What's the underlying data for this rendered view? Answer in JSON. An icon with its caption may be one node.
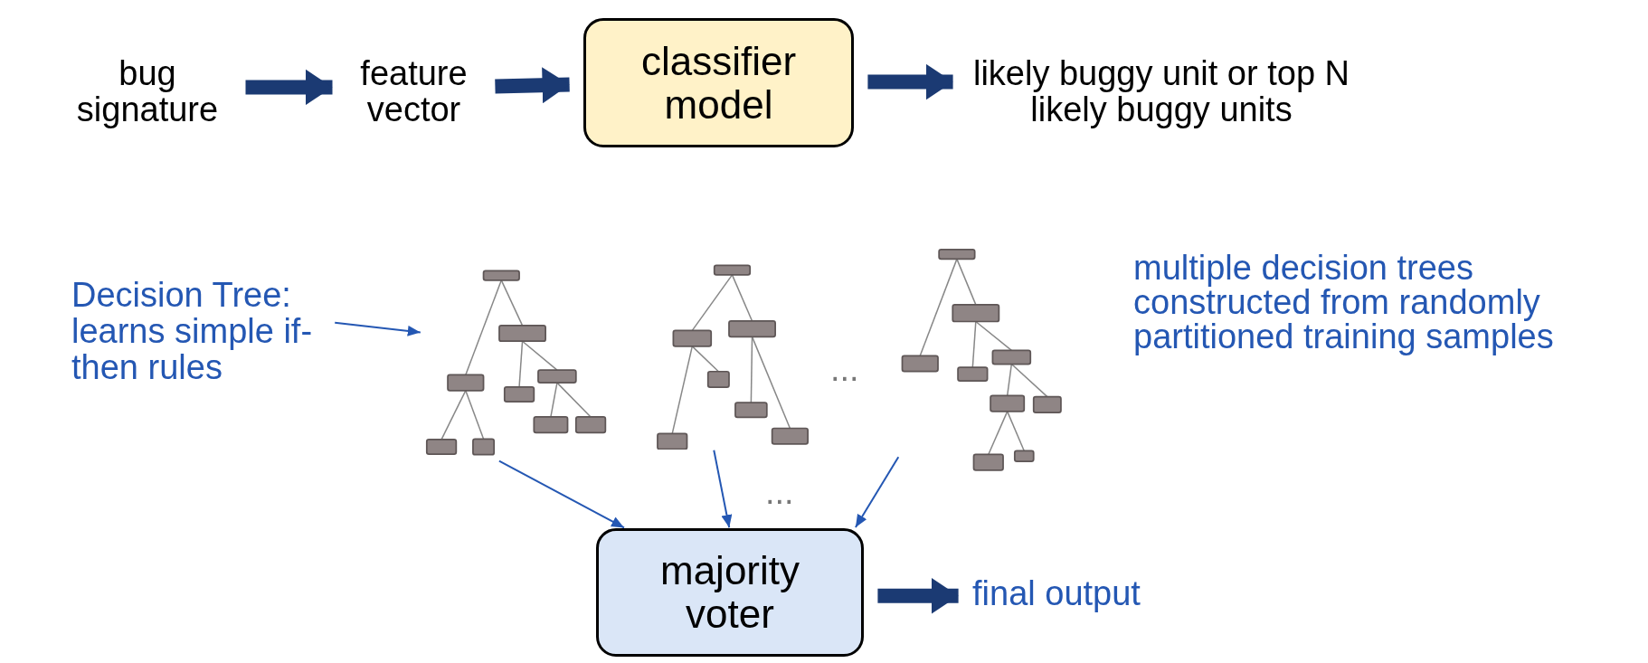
{
  "diagram": {
    "nodes": [
      {
        "text": [
          "bug signature"
        ]
      },
      {
        "text": [
          "feature vector"
        ]
      },
      {
        "text": [
          "classifier model"
        ]
      },
      {
        "text": [
          "likely buggy unit or top N likely buggy units"
        ]
      },
      {
        "text": [
          "Decision Tree: learns simple if-then rules"
        ]
      },
      {
        "text": [],
        "shape": "picture"
      },
      {
        "text": [],
        "shape": "picture"
      },
      {
        "text": [],
        "shape": "picture"
      },
      {
        "text": [
          "majority voter"
        ]
      },
      {
        "text": [
          "final output"
        ]
      }
    ],
    "edges": [
      {
        "from": 0,
        "to": 1,
        "arrow": "to",
        "style": "thick",
        "color": "#1b3a73"
      },
      {
        "from": 1,
        "to": 2,
        "arrow": "to",
        "style": "thick",
        "color": "#1b3a73"
      },
      {
        "from": 2,
        "to": 3,
        "arrow": "to",
        "style": "thick",
        "color": "#1b3a73"
      },
      {
        "from": 4,
        "to": 5,
        "arrow": "to",
        "color": "#2457b3"
      },
      {
        "from": 5,
        "to": 8,
        "arrow": "to",
        "color": "#2457b3"
      },
      {
        "from": 6,
        "to": 8,
        "arrow": "to",
        "color": "#2457b3"
      },
      {
        "from": 7,
        "to": 8,
        "arrow": "to",
        "color": "#2457b3"
      },
      {
        "from": 8,
        "to": 9,
        "arrow": "to",
        "style": "thick",
        "color": "#1b3a73"
      }
    ],
    "labels": [
      "...",
      "multiple decision trees constructed from randomly partitioned training samples",
      "..."
    ]
  }
}
